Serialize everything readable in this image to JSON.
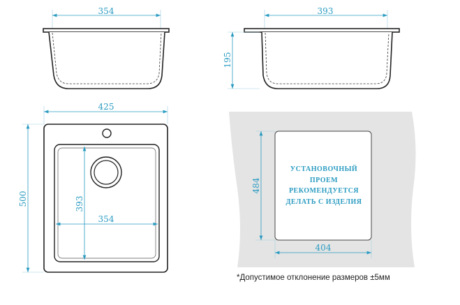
{
  "dimensions": {
    "side_view_bowl_width": "354",
    "front_view_bowl_width": "393",
    "depth": "195",
    "overall_width": "425",
    "overall_length": "500",
    "bowl_length": "393",
    "bowl_width": "354",
    "cutout_length": "484",
    "cutout_width": "404"
  },
  "cutout_note": [
    "Установочный",
    "проем",
    "рекомендуется",
    "делать с изделия"
  ],
  "footnote": "*Допустимое отклонение размеров ±5мм",
  "colors": {
    "dimension": "#2a9bc1",
    "countertop": "#e4e4e4"
  }
}
